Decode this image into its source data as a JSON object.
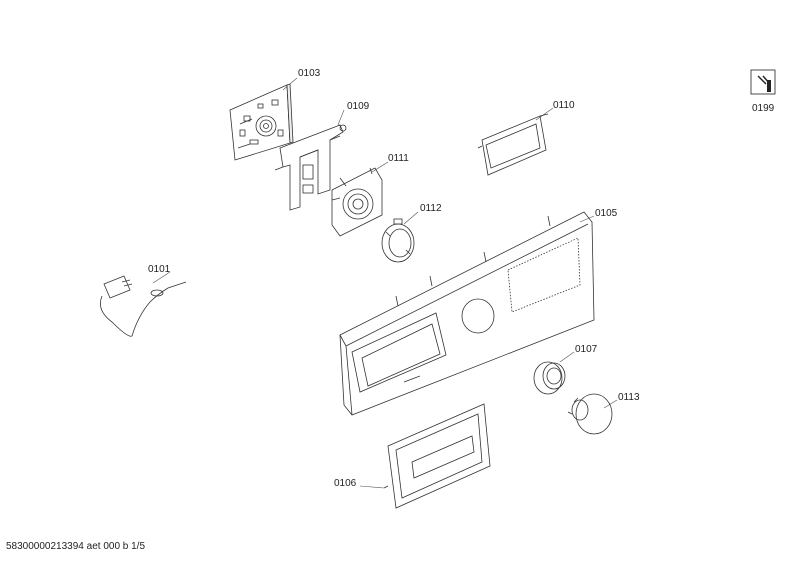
{
  "parts": [
    {
      "id": "0103",
      "label": "0103"
    },
    {
      "id": "0109",
      "label": "0109"
    },
    {
      "id": "0110",
      "label": "0110"
    },
    {
      "id": "0111",
      "label": "0111"
    },
    {
      "id": "0112",
      "label": "0112"
    },
    {
      "id": "0105",
      "label": "0105"
    },
    {
      "id": "0101",
      "label": "0101"
    },
    {
      "id": "0107",
      "label": "0107"
    },
    {
      "id": "0113",
      "label": "0113"
    },
    {
      "id": "0106",
      "label": "0106"
    },
    {
      "id": "0199",
      "label": "0199"
    }
  ],
  "footer": "58300000213394 aet 000 b 1/5"
}
